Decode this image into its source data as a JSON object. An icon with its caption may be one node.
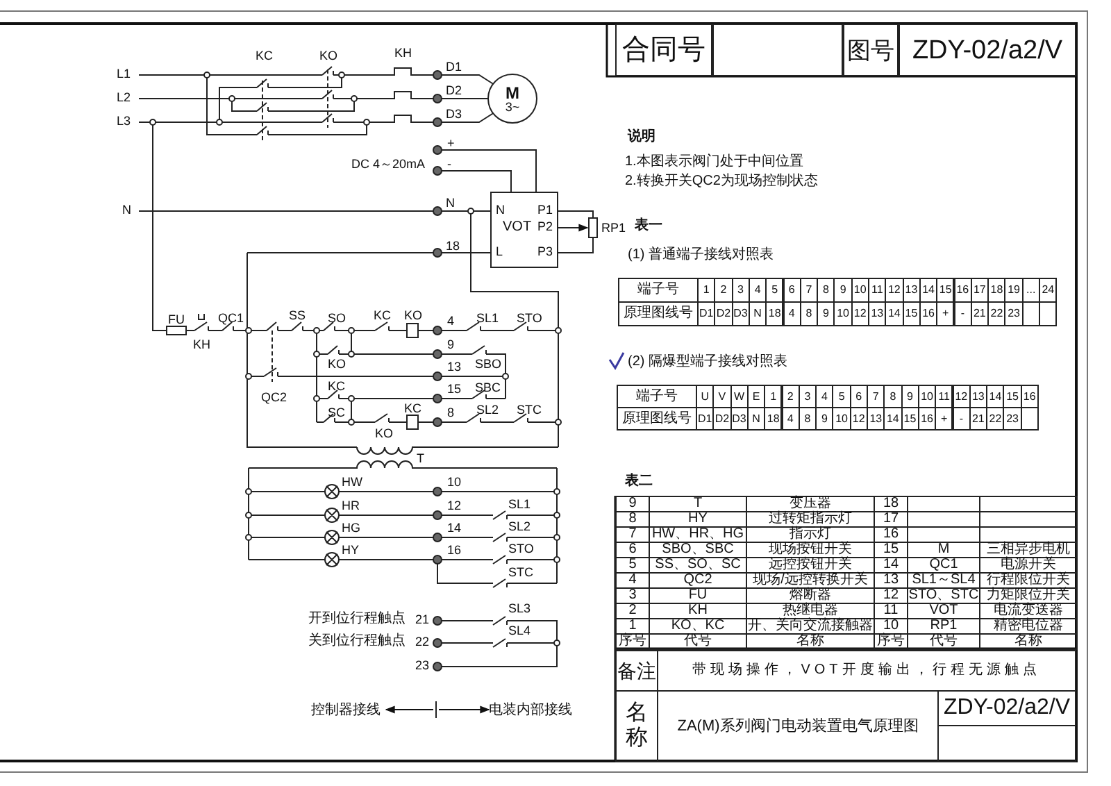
{
  "diagram": {
    "nodes": [
      {
        "text": [
          "M",
          "3~"
        ]
      },
      {
        "text": [
          "VOT",
          "N",
          "L",
          "P1",
          "P2",
          "P3"
        ]
      },
      {
        "text": [
          "控制器接线"
        ]
      },
      {
        "text": [
          "电装内部接线"
        ]
      }
    ],
    "edges": [
      {
        "from": null,
        "to": 2,
        "arrow": "to"
      },
      {
        "from": null,
        "to": 3,
        "arrow": "to"
      }
    ],
    "labels": [
      "合同号",
      "图号",
      "ZDY-02/a2/V",
      "L1",
      "L2",
      "L3",
      "KC",
      "KO",
      "KH",
      "D1",
      "D2",
      "D3",
      "+",
      "-",
      "DC 4～20mA",
      "N",
      "N",
      "18",
      "RP1",
      "FU",
      "KH",
      "QC1",
      "SS",
      "SO",
      "KC",
      "KO",
      "4",
      "SL1",
      "STO",
      "9",
      "KO",
      "13",
      "SBO",
      "KC",
      "15",
      "SBC",
      "QC2",
      "SC",
      "KC",
      "8",
      "SL2",
      "STC",
      "KO",
      "T",
      "HW",
      "10",
      "HR",
      "12",
      "SL1",
      "HG",
      "14",
      "SL2",
      "HY",
      "16",
      "STO",
      "STC",
      "开到位行程触点",
      "21",
      "SL3",
      "关到位行程触点",
      "22",
      "SL4",
      "23",
      "说明",
      "1.本图表示阀门处于中间位置",
      "2.转换开关QC2为现场控制状态",
      "表一",
      "(1) 普通端子接线对照表",
      "端子号",
      "1",
      "2",
      "3",
      "4",
      "5",
      "6",
      "7",
      "8",
      "9",
      "10",
      "11",
      "12",
      "13",
      "14",
      "15",
      "16",
      "17",
      "18",
      "19",
      "...",
      "24",
      "原理图线号",
      "D1",
      "D2",
      "D3",
      "N",
      "18",
      "4",
      "8",
      "9",
      "10",
      "12",
      "13",
      "14",
      "15",
      "16",
      "+",
      "-",
      "21",
      "22",
      "23",
      "(2) 隔爆型端子接线对照表",
      "端子号",
      "U",
      "V",
      "W",
      "E",
      "1",
      "2",
      "3",
      "4",
      "5",
      "6",
      "7",
      "8",
      "9",
      "10",
      "11",
      "12",
      "13",
      "14",
      "15",
      "16",
      "原理图线号",
      "D1",
      "D2",
      "D3",
      "N",
      "18",
      "4",
      "8",
      "9",
      "10",
      "12",
      "13",
      "14",
      "15",
      "16",
      "+",
      "-",
      "21",
      "22",
      "23",
      "表二",
      "9",
      "T",
      "变压器",
      "18",
      "8",
      "HY",
      "过转矩指示灯",
      "17",
      "7",
      "HW、HR、HG",
      "指示灯",
      "16",
      "6",
      "SBO、SBC",
      "现场按钮开关",
      "15",
      "M",
      "三相异步电机",
      "5",
      "SS、SO、SC",
      "远控按钮开关",
      "14",
      "QC1",
      "电源开关",
      "4",
      "QC2",
      "现场/远控转换开关",
      "13",
      "SL1～SL4",
      "行程限位开关",
      "3",
      "FU",
      "熔断器",
      "12",
      "STO、STC",
      "力矩限位开关",
      "2",
      "KH",
      "热继电器",
      "11",
      "VOT",
      "电流变送器",
      "1",
      "KO、KC",
      "开、关向交流接触器",
      "10",
      "RP1",
      "精密电位器",
      "序号",
      "代号",
      "名称",
      "序号",
      "代号",
      "名称",
      "备注",
      "带现场操作，VOT开度输出，行程无源触点",
      "名称",
      "ZA(M)系列阀门电动装置电气原理图",
      "ZDY-02/a2/V"
    ]
  }
}
